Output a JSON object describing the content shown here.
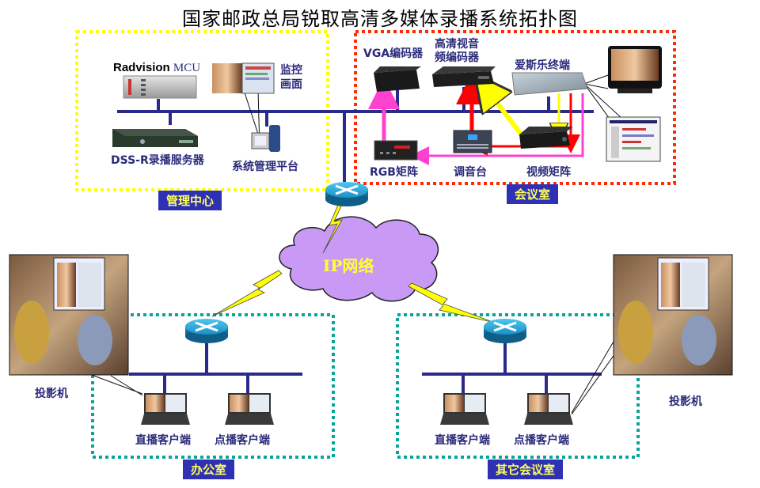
{
  "title": "国家邮政总局锐取高清多媒体录播系统拓扑图",
  "zones": {
    "management": {
      "badge": "管理中心",
      "border_color": "#ffff00",
      "devices": {
        "mcu_brand": "Radvision",
        "mcu_model": "MCU",
        "monitor_line1": "监控",
        "monitor_line2": "画面",
        "dss": "DSS-R录播服务器",
        "mgmt_platform": "系统管理平台"
      }
    },
    "meeting_room": {
      "badge": "会议室",
      "border_color": "#ff2a00",
      "devices": {
        "vga_encoder": "VGA编码器",
        "hd_encoder_line1": "高清视音",
        "hd_encoder_line2": "频编码器",
        "polycom": "爱斯乐终端",
        "rgb_matrix": "RGB矩阵",
        "mixer": "调音台",
        "video_matrix": "视频矩阵"
      }
    },
    "office": {
      "badge": "办公室",
      "border_color": "#0aa59a",
      "live_client": "直播客户端",
      "vod_client": "点播客户端",
      "projector": "投影机"
    },
    "other_meeting": {
      "badge": "其它会议室",
      "border_color": "#0aa59a",
      "live_client": "直播客户端",
      "vod_client": "点播客户端",
      "projector": "投影机"
    }
  },
  "network": {
    "cloud_label": "IP网络",
    "cloud_color": "#c89af5",
    "bus_color": "#2a2a8a",
    "link_color": "#ffff00"
  },
  "signal_colors": {
    "audio": "#ff0000",
    "video": "#ffff00",
    "rgb": "#ff40d0"
  },
  "icons": {
    "router": "router-icon",
    "laptop": "laptop-icon",
    "server": "server-icon",
    "tv": "tv-icon",
    "cloud": "cloud-icon",
    "lightning": "lightning-icon"
  }
}
